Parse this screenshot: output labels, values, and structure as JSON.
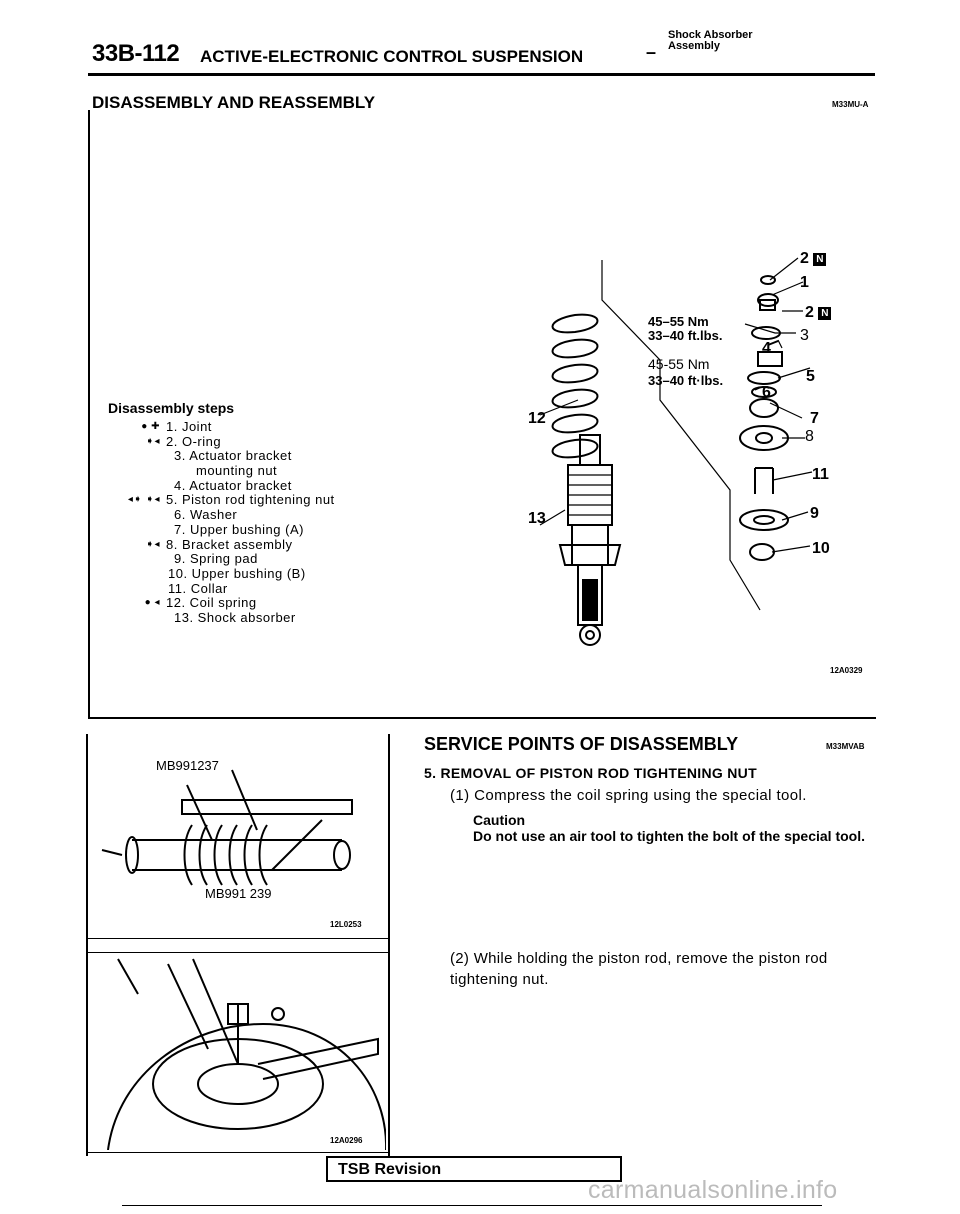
{
  "header": {
    "page_code": "33B-112",
    "title": "ACTIVE-ELECTRONIC CONTROL SUSPENSION",
    "dash": "–",
    "subtitle_line1": "Shock Absorber",
    "subtitle_line2": "Assembly"
  },
  "section": {
    "title": "DISASSEMBLY AND REASSEMBLY",
    "code": "M33MU-A"
  },
  "steps": {
    "title": "Disassembly steps",
    "items": [
      {
        "marker": "● ✚",
        "label": "1. Joint"
      },
      {
        "marker": "➧◂",
        "label": "2. O-ring"
      },
      {
        "marker": "",
        "label": "3. Actuator bracket"
      },
      {
        "marker": "",
        "label": "mounting nut"
      },
      {
        "marker": "",
        "label": "4. Actuator bracket"
      },
      {
        "marker": "◂➧ ➧◂",
        "label": "5. Piston rod tightening nut"
      },
      {
        "marker": "",
        "label": "6. Washer"
      },
      {
        "marker": "",
        "label": "7. Upper bushing (A)"
      },
      {
        "marker": "➧◂",
        "label": "8. Bracket assembly"
      },
      {
        "marker": "",
        "label": "9. Spring pad"
      },
      {
        "marker": "",
        "label": "10. Upper bushing (B)"
      },
      {
        "marker": "",
        "label": "11. Collar"
      },
      {
        "marker": "●  ◂",
        "label": "12. Coil spring"
      },
      {
        "marker": "",
        "label": "13. Shock absorber"
      }
    ]
  },
  "exploded_diagram": {
    "code": "12A0329",
    "torque1_nm": "45–55 Nm",
    "torque1_ft": "33–40 ft.lbs.",
    "torque2_nm": "45-55 Nm",
    "torque2_ft": "33–40 ft·lbs.",
    "callouts": {
      "c2a": "2",
      "c1": "1",
      "c2b": "2",
      "c3": "3",
      "c4": "4",
      "c5": "5",
      "c6": "6",
      "c7": "7",
      "c8": "8",
      "c11": "11",
      "c9": "9",
      "c10": "10",
      "c12": "12",
      "c13": "13"
    },
    "n_box": "N"
  },
  "tool_figure": {
    "tool_a": "MB991237",
    "tool_b": "MB991 239",
    "code": "12L0253"
  },
  "nut_figure": {
    "code": "12A0296"
  },
  "service": {
    "title": "SERVICE POINTS OF DISASSEMBLY",
    "code": "M33MVAB",
    "step_heading": "5. REMOVAL OF PISTON ROD TIGHTENING NUT",
    "p1_num": "(1)",
    "p1_text": "Compress the coil spring using the special tool.",
    "caution_label": "Caution",
    "caution_text": "Do not use an air tool to tighten the bolt of the special tool.",
    "p2": "(2) While holding the piston rod, remove the piston rod tightening nut."
  },
  "footer": {
    "tsb": "TSB Revision",
    "watermark": "carmanualsonline.info"
  }
}
